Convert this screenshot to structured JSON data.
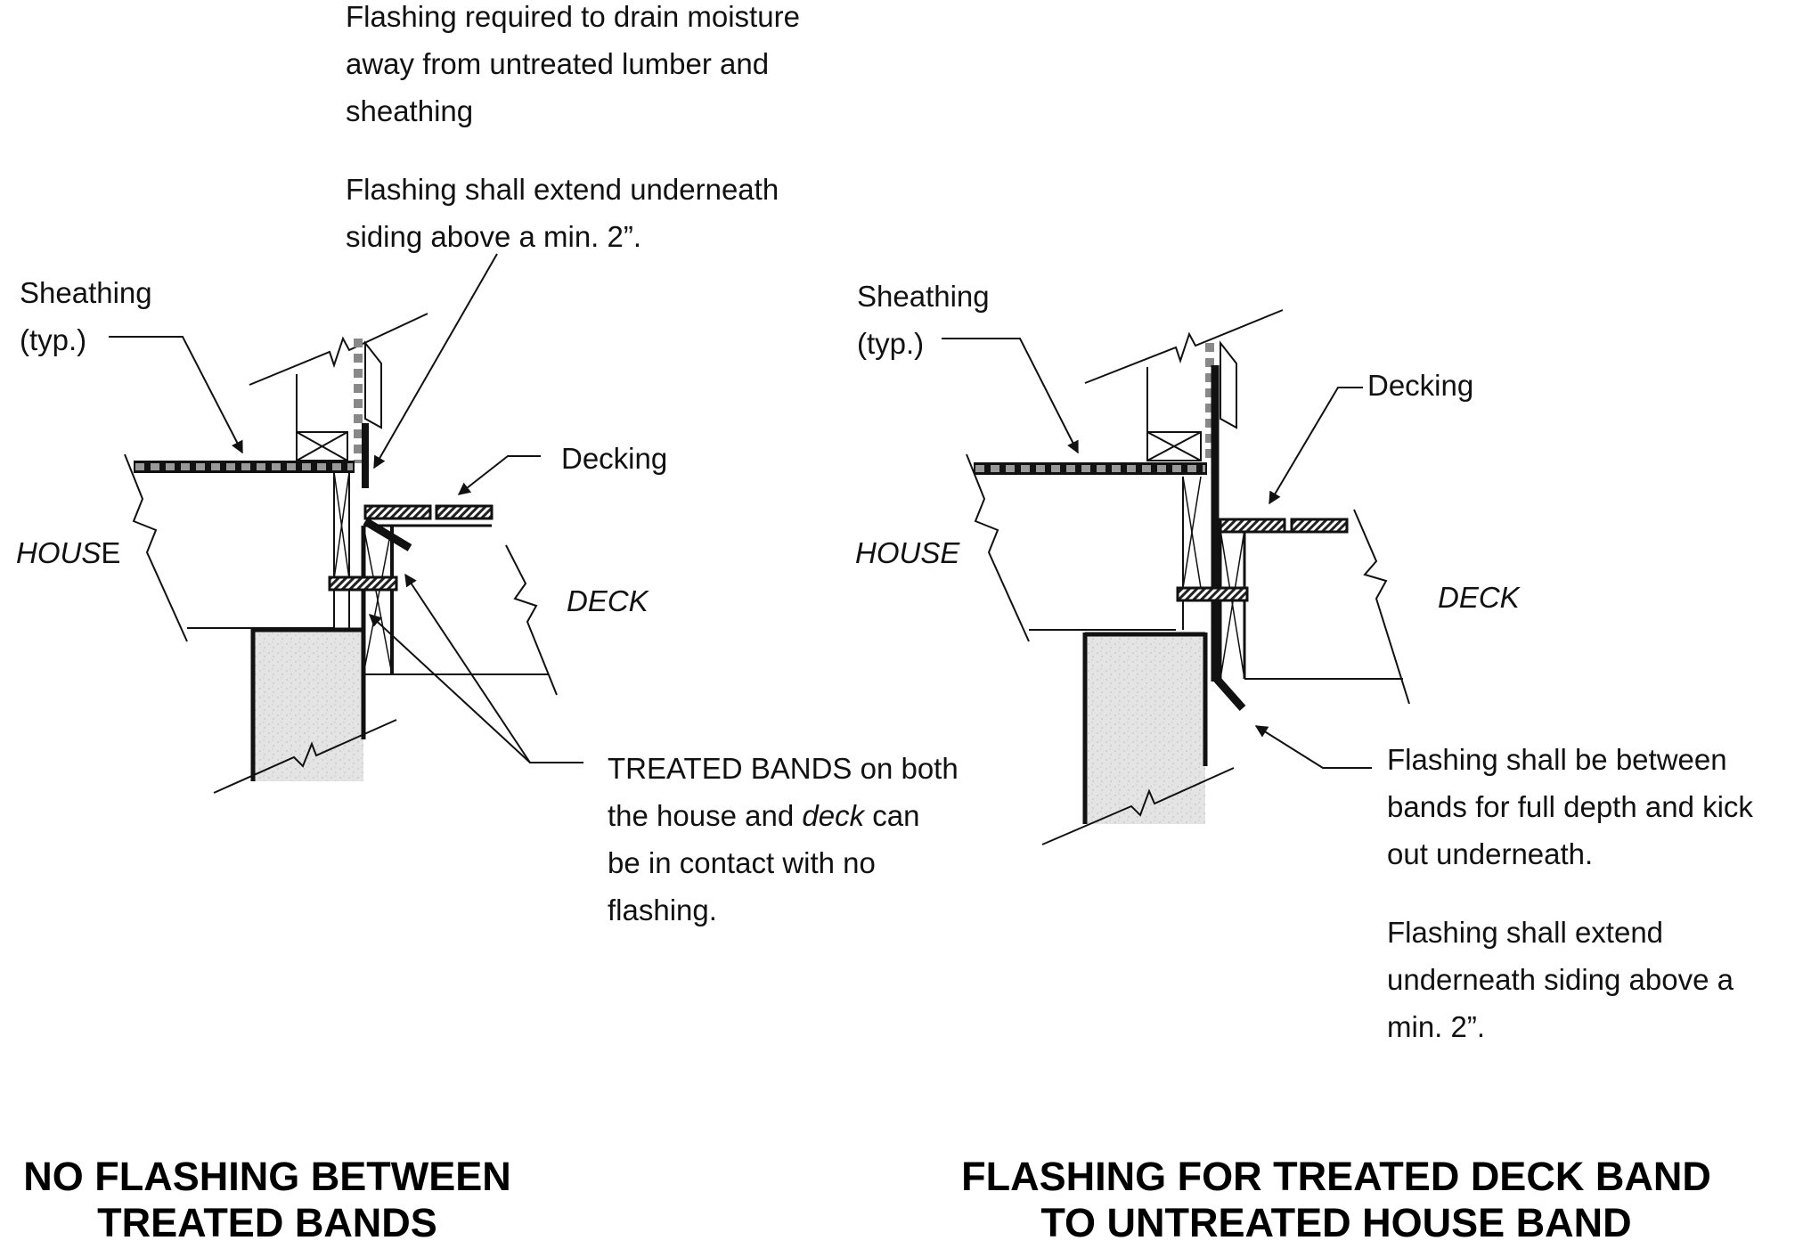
{
  "left": {
    "note_top_1": [
      "Flashing required to drain moisture",
      "away from untreated lumber and",
      "sheathing"
    ],
    "note_top_2": [
      "Flashing shall extend underneath",
      "siding above a min. 2”."
    ],
    "sheathing": [
      "Sheathing",
      "(typ.)"
    ],
    "decking": "Decking",
    "house": "HOUSE",
    "house_prefix": "HOUS",
    "house_suffix": "E",
    "deck": "DECK",
    "note_bottom": {
      "line1": "TREATED BANDS on both",
      "line2_a": "the house and ",
      "line2_b": "deck",
      "line2_c": " can",
      "line3": "be in contact with no",
      "line4": "flashing."
    },
    "title": [
      "NO FLASHING BETWEEN",
      "TREATED BANDS"
    ]
  },
  "right": {
    "sheathing": [
      "Sheathing",
      "(typ.)"
    ],
    "decking": "Decking",
    "house": "HOUSE",
    "deck": "DECK",
    "note_1": [
      "Flashing shall be between",
      "bands for full depth and kick",
      "out underneath."
    ],
    "note_2": [
      "Flashing shall extend",
      "underneath siding above a",
      "min. 2”."
    ],
    "title": [
      "FLASHING FOR TREATED DECK BAND",
      "TO UNTREATED HOUSE BAND"
    ]
  },
  "colors": {
    "ink": "#111111",
    "concrete": "#e3e3e3",
    "sheathing_dash": "#8a8a8a",
    "flashing": "#111111"
  }
}
